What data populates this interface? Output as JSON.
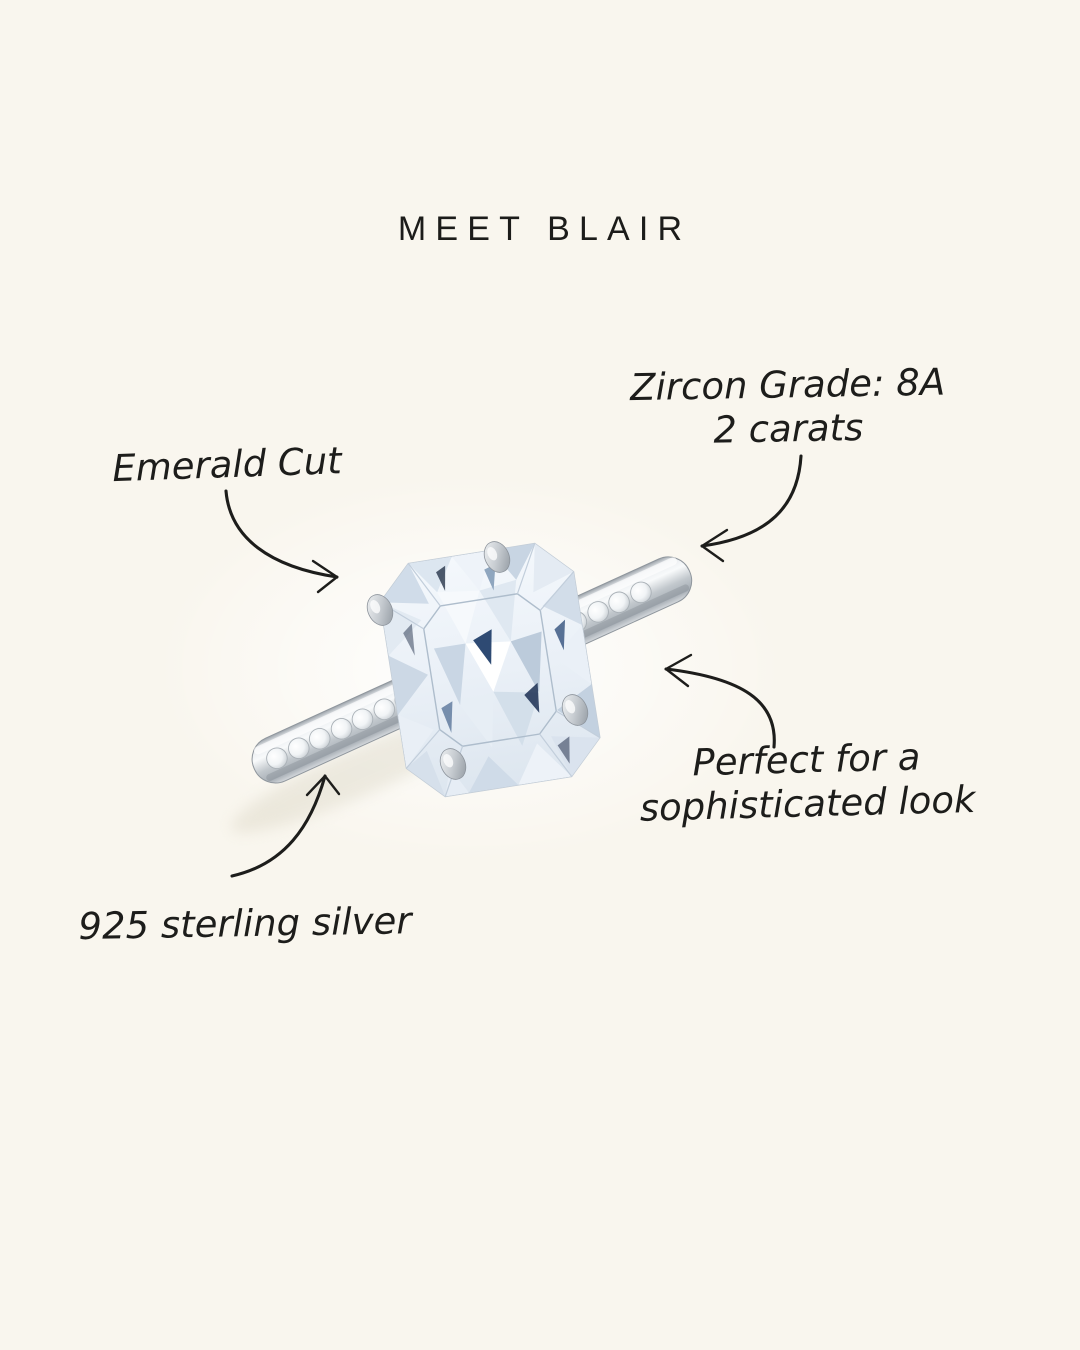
{
  "title": "MEET BLAIR",
  "colors": {
    "background": "#f9f6ee",
    "ink": "#1d1d1b",
    "metal_light": "#f2f4f6",
    "metal_dark": "#9aa1a8",
    "stone_accent_blue": "#2e4a73"
  },
  "annotations": {
    "cut": {
      "text": "Emerald Cut"
    },
    "grade": {
      "line1": "Zircon Grade: 8A",
      "line2": "2 carats"
    },
    "style": {
      "line1": "Perfect for a",
      "line2": "sophisticated look"
    },
    "material": {
      "text": "925 sterling silver"
    }
  }
}
